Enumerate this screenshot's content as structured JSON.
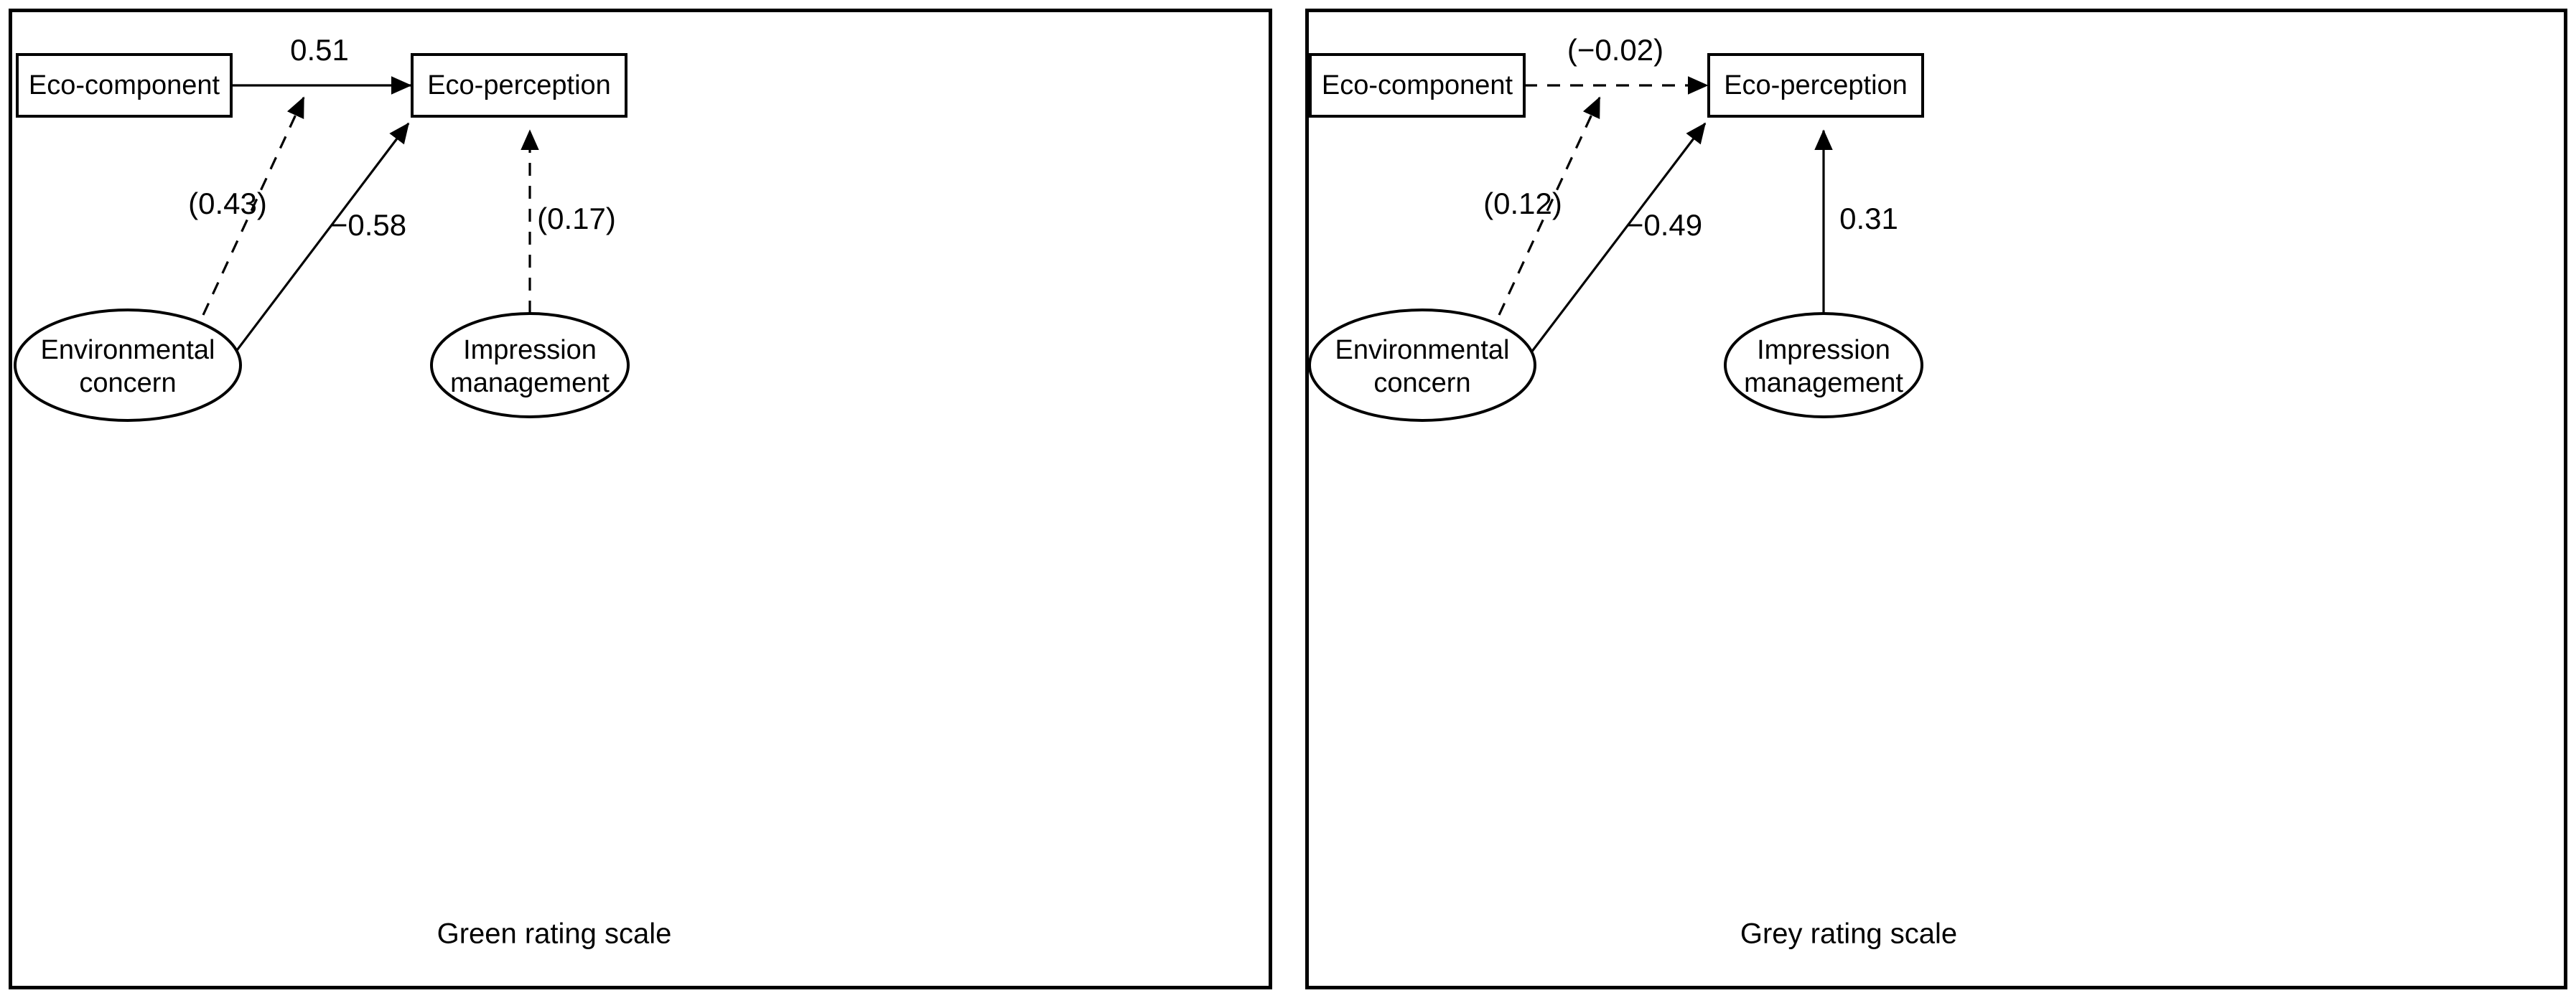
{
  "figure": {
    "type": "path-diagram",
    "panel_count": 2
  },
  "chart_data": {
    "type": "diagram",
    "title": "",
    "panels": [
      {
        "id": "green",
        "caption": "Green rating scale",
        "nodes": [
          {
            "id": "eco_component",
            "label": "Eco-component",
            "shape": "rectangle"
          },
          {
            "id": "eco_perception",
            "label": "Eco-perception",
            "shape": "rectangle"
          },
          {
            "id": "environmental_concern",
            "label_line1": "Environmental",
            "label_line2": "concern",
            "shape": "ellipse"
          },
          {
            "id": "impression_management",
            "label_line1": "Impression",
            "label_line2": "management",
            "shape": "ellipse"
          }
        ],
        "paths": [
          {
            "from": "eco_component",
            "to": "eco_perception",
            "label": "0.51",
            "style": "solid",
            "significant": true
          },
          {
            "from": "environmental_concern",
            "to": "eco_component_to_eco_perception_path",
            "label": "(0.43)",
            "style": "dashed",
            "significant": false
          },
          {
            "from": "environmental_concern",
            "to": "eco_perception",
            "label": "−0.58",
            "style": "solid",
            "significant": true
          },
          {
            "from": "impression_management",
            "to": "eco_perception",
            "label": "(0.17)",
            "style": "dashed",
            "significant": false
          }
        ]
      },
      {
        "id": "grey",
        "caption": "Grey rating scale",
        "nodes": [
          {
            "id": "eco_component",
            "label": "Eco-component",
            "shape": "rectangle"
          },
          {
            "id": "eco_perception",
            "label": "Eco-perception",
            "shape": "rectangle"
          },
          {
            "id": "environmental_concern",
            "label_line1": "Environmental",
            "label_line2": "concern",
            "shape": "ellipse"
          },
          {
            "id": "impression_management",
            "label_line1": "Impression",
            "label_line2": "management",
            "shape": "ellipse"
          }
        ],
        "paths": [
          {
            "from": "eco_component",
            "to": "eco_perception",
            "label": "(−0.02)",
            "style": "dashed",
            "significant": false
          },
          {
            "from": "environmental_concern",
            "to": "eco_component_to_eco_perception_path",
            "label": "(0.12)",
            "style": "dashed",
            "significant": false
          },
          {
            "from": "environmental_concern",
            "to": "eco_perception",
            "label": "−0.49",
            "style": "solid",
            "significant": true
          },
          {
            "from": "impression_management",
            "to": "eco_perception",
            "label": "0.31",
            "style": "solid",
            "significant": true
          }
        ]
      }
    ]
  },
  "panel_green": {
    "caption": "Green rating scale",
    "node_eco_component": "Eco-component",
    "node_eco_perception": "Eco-perception",
    "node_environmental_concern_l1": "Environmental",
    "node_environmental_concern_l2": "concern",
    "node_impression_management_l1": "Impression",
    "node_impression_management_l2": "management",
    "coef_component_to_perception": "0.51",
    "coef_concern_to_component_path": "(0.43)",
    "coef_concern_to_perception": "−0.58",
    "coef_impression_to_perception": "(0.17)"
  },
  "panel_grey": {
    "caption": "Grey rating scale",
    "node_eco_component": "Eco-component",
    "node_eco_perception": "Eco-perception",
    "node_environmental_concern_l1": "Environmental",
    "node_environmental_concern_l2": "concern",
    "node_impression_management_l1": "Impression",
    "node_impression_management_l2": "management",
    "coef_component_to_perception": "(−0.02)",
    "coef_concern_to_component_path": "(0.12)",
    "coef_concern_to_perception": "−0.49",
    "coef_impression_to_perception": "0.31"
  },
  "colors": {
    "stroke": "#000000",
    "background": "#ffffff"
  }
}
